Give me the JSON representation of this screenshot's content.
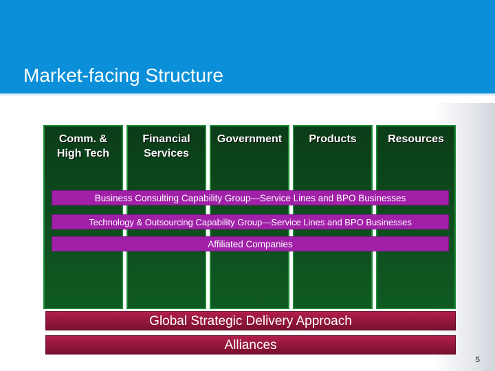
{
  "slide": {
    "title": "Market-facing Structure",
    "page_number": "5"
  },
  "columns": [
    {
      "label": "Comm. &\nHigh Tech"
    },
    {
      "label": "Financial\nServices"
    },
    {
      "label": "Government"
    },
    {
      "label": "Products"
    },
    {
      "label": "Resources"
    }
  ],
  "bands": {
    "business": "Business Consulting Capability Group—Service Lines and BPO Businesses",
    "technology": "Technology & Outsourcing Capability Group—Service Lines and BPO Businesses",
    "affiliated": "Affiliated Companies"
  },
  "base": {
    "delivery": "Global Strategic Delivery Approach",
    "alliances": "Alliances"
  },
  "colors": {
    "header": "#0a8fd8",
    "column": "#0e4d1e",
    "column_border": "#1f8a38",
    "band": "#a020a8",
    "base_bar": "#8b1238"
  }
}
